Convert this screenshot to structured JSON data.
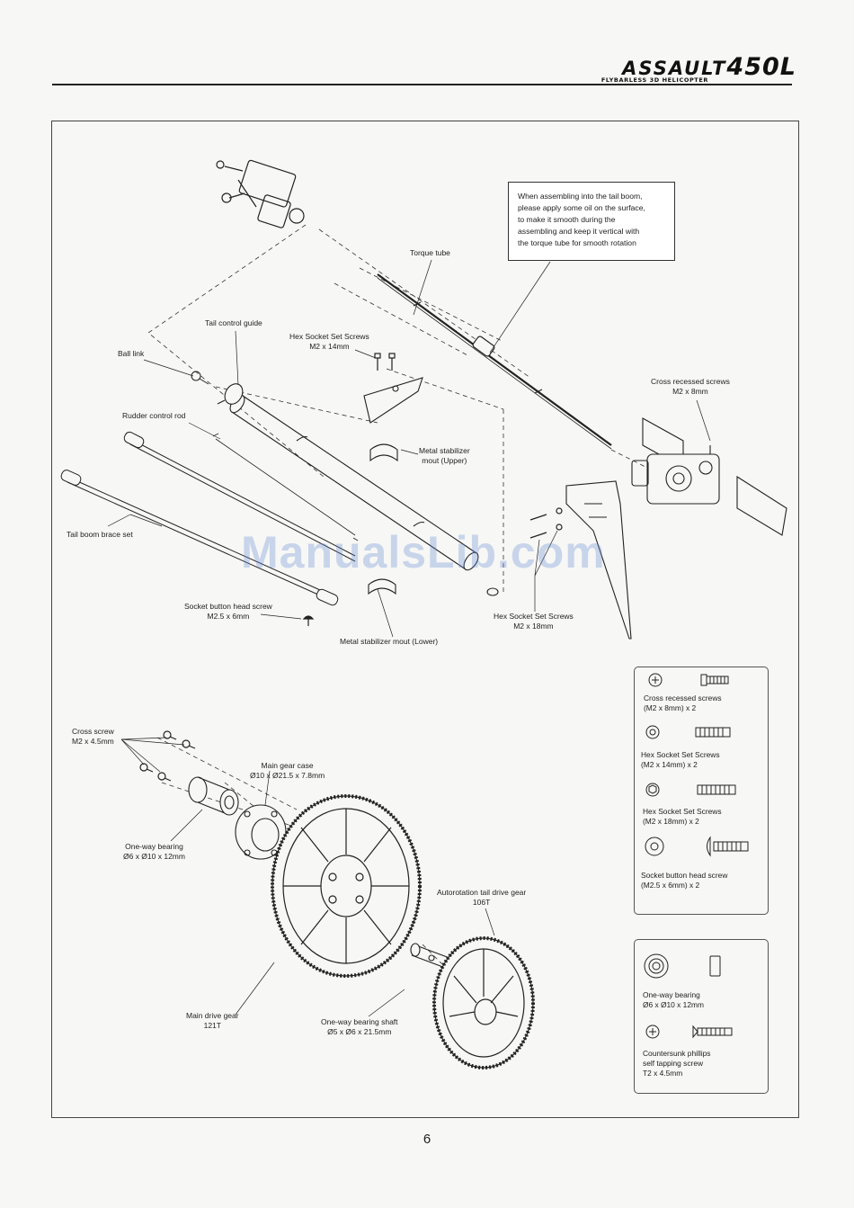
{
  "header": {
    "brand_main": "ASSAULT",
    "brand_model": "450L",
    "brand_sub": "FLYBARLESS 3D HELICOPTER"
  },
  "callout": {
    "lines": [
      "When assembling into the tail boom,",
      "please apply some oil on the surface,",
      "to make it smooth during the",
      "assembling and keep it vertical with",
      "the torque tube for smooth rotation"
    ]
  },
  "labels": {
    "torque_tube": "Torque tube",
    "tail_control_guide": "Tail control guide",
    "hex_14_title": "Hex Socket Set Screws",
    "hex_14_size": "M2 x 14mm",
    "ball_link": "Ball link",
    "rudder_control_rod": "Rudder control rod",
    "cross_recessed_title": "Cross recessed screws",
    "cross_recessed_size": "M2 x 8mm",
    "metal_stab_upper_1": "Metal stabilizer",
    "metal_stab_upper_2": "mout (Upper)",
    "tail_boom_brace_set": "Tail boom brace set",
    "socket_button_title": "Socket button head screw",
    "socket_button_size": "M2.5 x 6mm",
    "metal_stab_lower": "Metal stabilizer mout (Lower)",
    "hex_18_title": "Hex Socket Set Screws",
    "hex_18_size": "M2 x 18mm",
    "cross_screw_title": "Cross screw",
    "cross_screw_size": "M2 x 4.5mm",
    "main_gear_case_title": "Main gear case",
    "main_gear_case_size": "Ø10 x Ø21.5 x 7.8mm",
    "one_way_bearing_title": "One-way bearing",
    "one_way_bearing_size": "Ø6 x Ø10 x 12mm",
    "autorotation_title": "Autorotation tail drive gear",
    "autorotation_teeth": "106T",
    "main_drive_gear_title": "Main drive gear",
    "main_drive_gear_teeth": "121T",
    "one_way_shaft_title": "One-way bearing shaft",
    "one_way_shaft_size": "Ø5 x Ø6 x 21.5mm"
  },
  "parts_list_1": [
    {
      "icon": "cross-head-screw-icon",
      "name": "Cross recessed screws",
      "qty": "(M2 x 8mm) x 2"
    },
    {
      "icon": "hex-set-screw-icon",
      "name": "Hex Socket Set Screws",
      "qty": "(M2 x 14mm) x 2"
    },
    {
      "icon": "hex-set-screw-icon",
      "name": "Hex Socket Set Screws",
      "qty": "(M2 x 18mm) x 2"
    },
    {
      "icon": "button-head-screw-icon",
      "name": "Socket button head screw",
      "qty": "(M2.5 x 6mm) x 2"
    }
  ],
  "parts_list_2": [
    {
      "icon": "bearing-icon",
      "name": "One-way bearing",
      "qty": "Ø6 x Ø10 x 12mm"
    },
    {
      "icon": "self-tapping-screw-icon",
      "name": "Countersunk phillips",
      "qty": "self tapping screw",
      "qty2": "T2 x 4.5mm"
    }
  ],
  "watermark": "ManualsLib.com",
  "page_number": "6"
}
